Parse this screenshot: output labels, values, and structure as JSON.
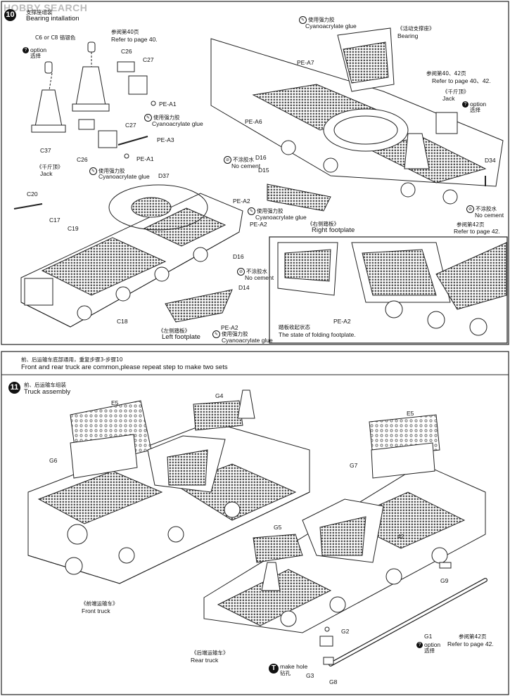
{
  "watermark": {
    "brand": "HOBBY",
    "word": "SEARCH"
  },
  "step10": {
    "number": "10",
    "title_cn": "支撑座组装",
    "title_en": "Bearing intallation",
    "labels": {
      "c6c8": "C6 or C8 铬银色",
      "option_en": "option",
      "option_cn": "选择",
      "ref40_cn": "参阅第40页",
      "ref40_en": "Refer to page 40.",
      "c26a": "C26",
      "c27a": "C27",
      "pea1a": "PE-A1",
      "glue_cn": "使用强力胶",
      "glue_en": "Cyanoacrylate glue",
      "c27b": "C27",
      "pea3": "PE-A3",
      "c26b": "C26",
      "pea1b": "PE-A1",
      "c37": "C37",
      "jack_cn": "《千斤顶》",
      "jack_en": "Jack",
      "d37": "D37",
      "c20": "C20",
      "c17": "C17",
      "c19": "C19",
      "c18": "C18",
      "d16a": "D16",
      "nocement_cn": "不涂胶水",
      "nocement_en": "No cement",
      "d14": "D14",
      "pea2a": "PE-A2",
      "leftfoot_cn": "《左侧踏板》",
      "leftfoot_en": "Left footplate",
      "pea7": "PE-A7",
      "pea6": "PE-A6",
      "bearing_cn": "《活动支撑座》",
      "bearing_en": "Bearing",
      "ref4042_cn": "参阅第40、42页",
      "ref4042_en": "Refer to page 40、42.",
      "d16b": "D16",
      "d15": "D15",
      "pea2b": "PE-A2",
      "pea2c": "PE-A2",
      "rightfoot_cn": "《右侧踏板》",
      "rightfoot_en": "Right footplate",
      "d34": "D34",
      "ref42_cn": "参阅第42页",
      "ref42_en": "Refer to page 42.",
      "pea2d": "PE-A2",
      "fold_cn": "踏板收起状态",
      "fold_en": "The state of folding footplate."
    }
  },
  "note": {
    "cn": "前、后运输车底部通用，重复步骤3-步骤10",
    "en": "Front and rear truck are common,please repeat step to make two sets"
  },
  "step11": {
    "number": "11",
    "title_cn": "前、后运输车组装",
    "title_en": "Truck assembly",
    "labels": {
      "e5a": "E5",
      "g6": "G6",
      "g4": "G4",
      "e5b": "E5",
      "g7": "G7",
      "g5": "G5",
      "n42": "42",
      "g9": "G9",
      "g2": "G2",
      "g1": "G1",
      "option_en": "option",
      "option_cn": "选择",
      "ref42_cn": "参阅第42页",
      "ref42_en": "Refer to page 42.",
      "fronttruck_cn": "《前端运输车》",
      "fronttruck_en": "Front truck",
      "reartruck_cn": "《后端运输车》",
      "reartruck_en": "Rear truck",
      "makehole_en": "make hole",
      "makehole_cn": "钻孔",
      "g3": "G3",
      "g8": "G8"
    }
  },
  "icons": [
    "glue-icon",
    "no-cement-icon",
    "option-icon",
    "drill-icon"
  ]
}
